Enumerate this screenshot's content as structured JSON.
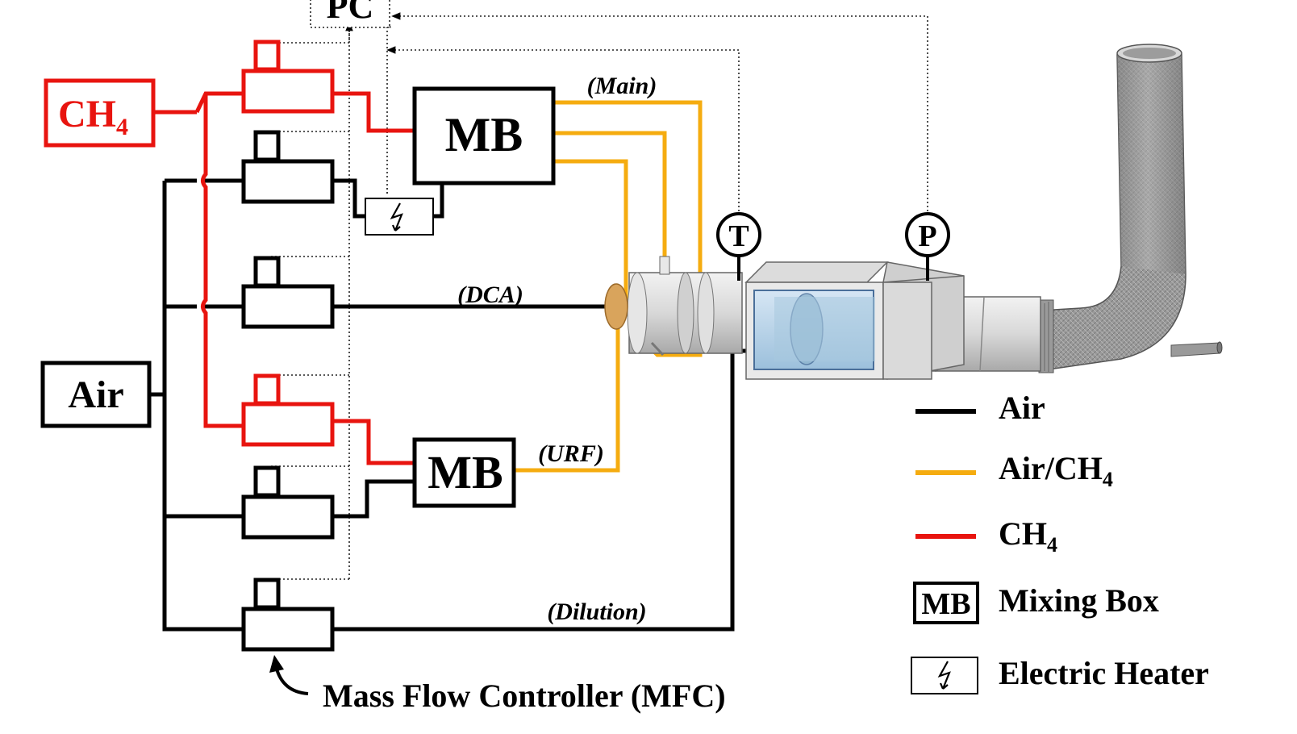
{
  "nodes": {
    "pc": "PC",
    "ch4_source": "CH",
    "ch4_sub": "4",
    "air_source": "Air",
    "mb_main": "MB",
    "mb_urf": "MB",
    "thermo": "T",
    "pressure": "P"
  },
  "lines": {
    "main": "(Main)",
    "dca": "(DCA)",
    "urf": "(URF)",
    "dilution": "(Dilution)"
  },
  "annotation": "Mass Flow Controller (MFC)",
  "legend": [
    {
      "symbol": "line",
      "color": "#000000",
      "label": "Air",
      "sub": ""
    },
    {
      "symbol": "line",
      "color": "#f5ac10",
      "label": "Air/CH",
      "sub": "4"
    },
    {
      "symbol": "line",
      "color": "#e8140f",
      "label": "CH",
      "sub": "4"
    },
    {
      "symbol": "box",
      "box_text": "MB",
      "label": "Mixing Box",
      "sub": ""
    },
    {
      "symbol": "heater-icon",
      "label": "Electric Heater",
      "sub": ""
    }
  ],
  "colors": {
    "air": "#000000",
    "air_ch4": "#f5ac10",
    "ch4": "#e8140f",
    "signal": "#222222"
  }
}
